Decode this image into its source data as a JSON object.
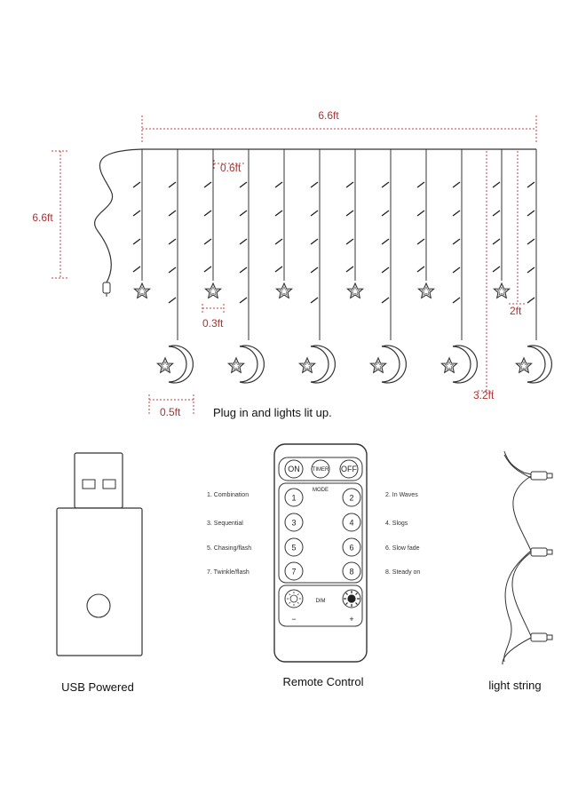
{
  "dimensions": {
    "width_total": "6.6ft",
    "height_total": "6.6ft",
    "strand_spacing": "0.6ft",
    "star_size": "0.3ft",
    "moon_size": "0.5ft",
    "short_strand": "2ft",
    "long_strand": "3.2ft"
  },
  "captions": {
    "plug_in": "Plug in and lights lit up.",
    "usb": "USB Powered",
    "remote": "Remote Control",
    "string": "light string"
  },
  "remote": {
    "on": "ON",
    "timer": "TIMER",
    "off": "OFF",
    "mode": "MODE",
    "dim": "DIM",
    "minus": "−",
    "plus": "+",
    "numbers": [
      "1",
      "2",
      "3",
      "4",
      "5",
      "6",
      "7",
      "8"
    ]
  },
  "modes": {
    "m1": "1.  Combination",
    "m2": "2.  In Waves",
    "m3": "3.  Sequential",
    "m4": "4.  Slogs",
    "m5": "5.  Chasing/flash",
    "m6": "6.  Slow fade",
    "m7": "7.  Twinkle/flash",
    "m8": "8.  Steady on"
  },
  "colors": {
    "dimension": "#b03030",
    "line": "#333333",
    "background": "#ffffff"
  }
}
